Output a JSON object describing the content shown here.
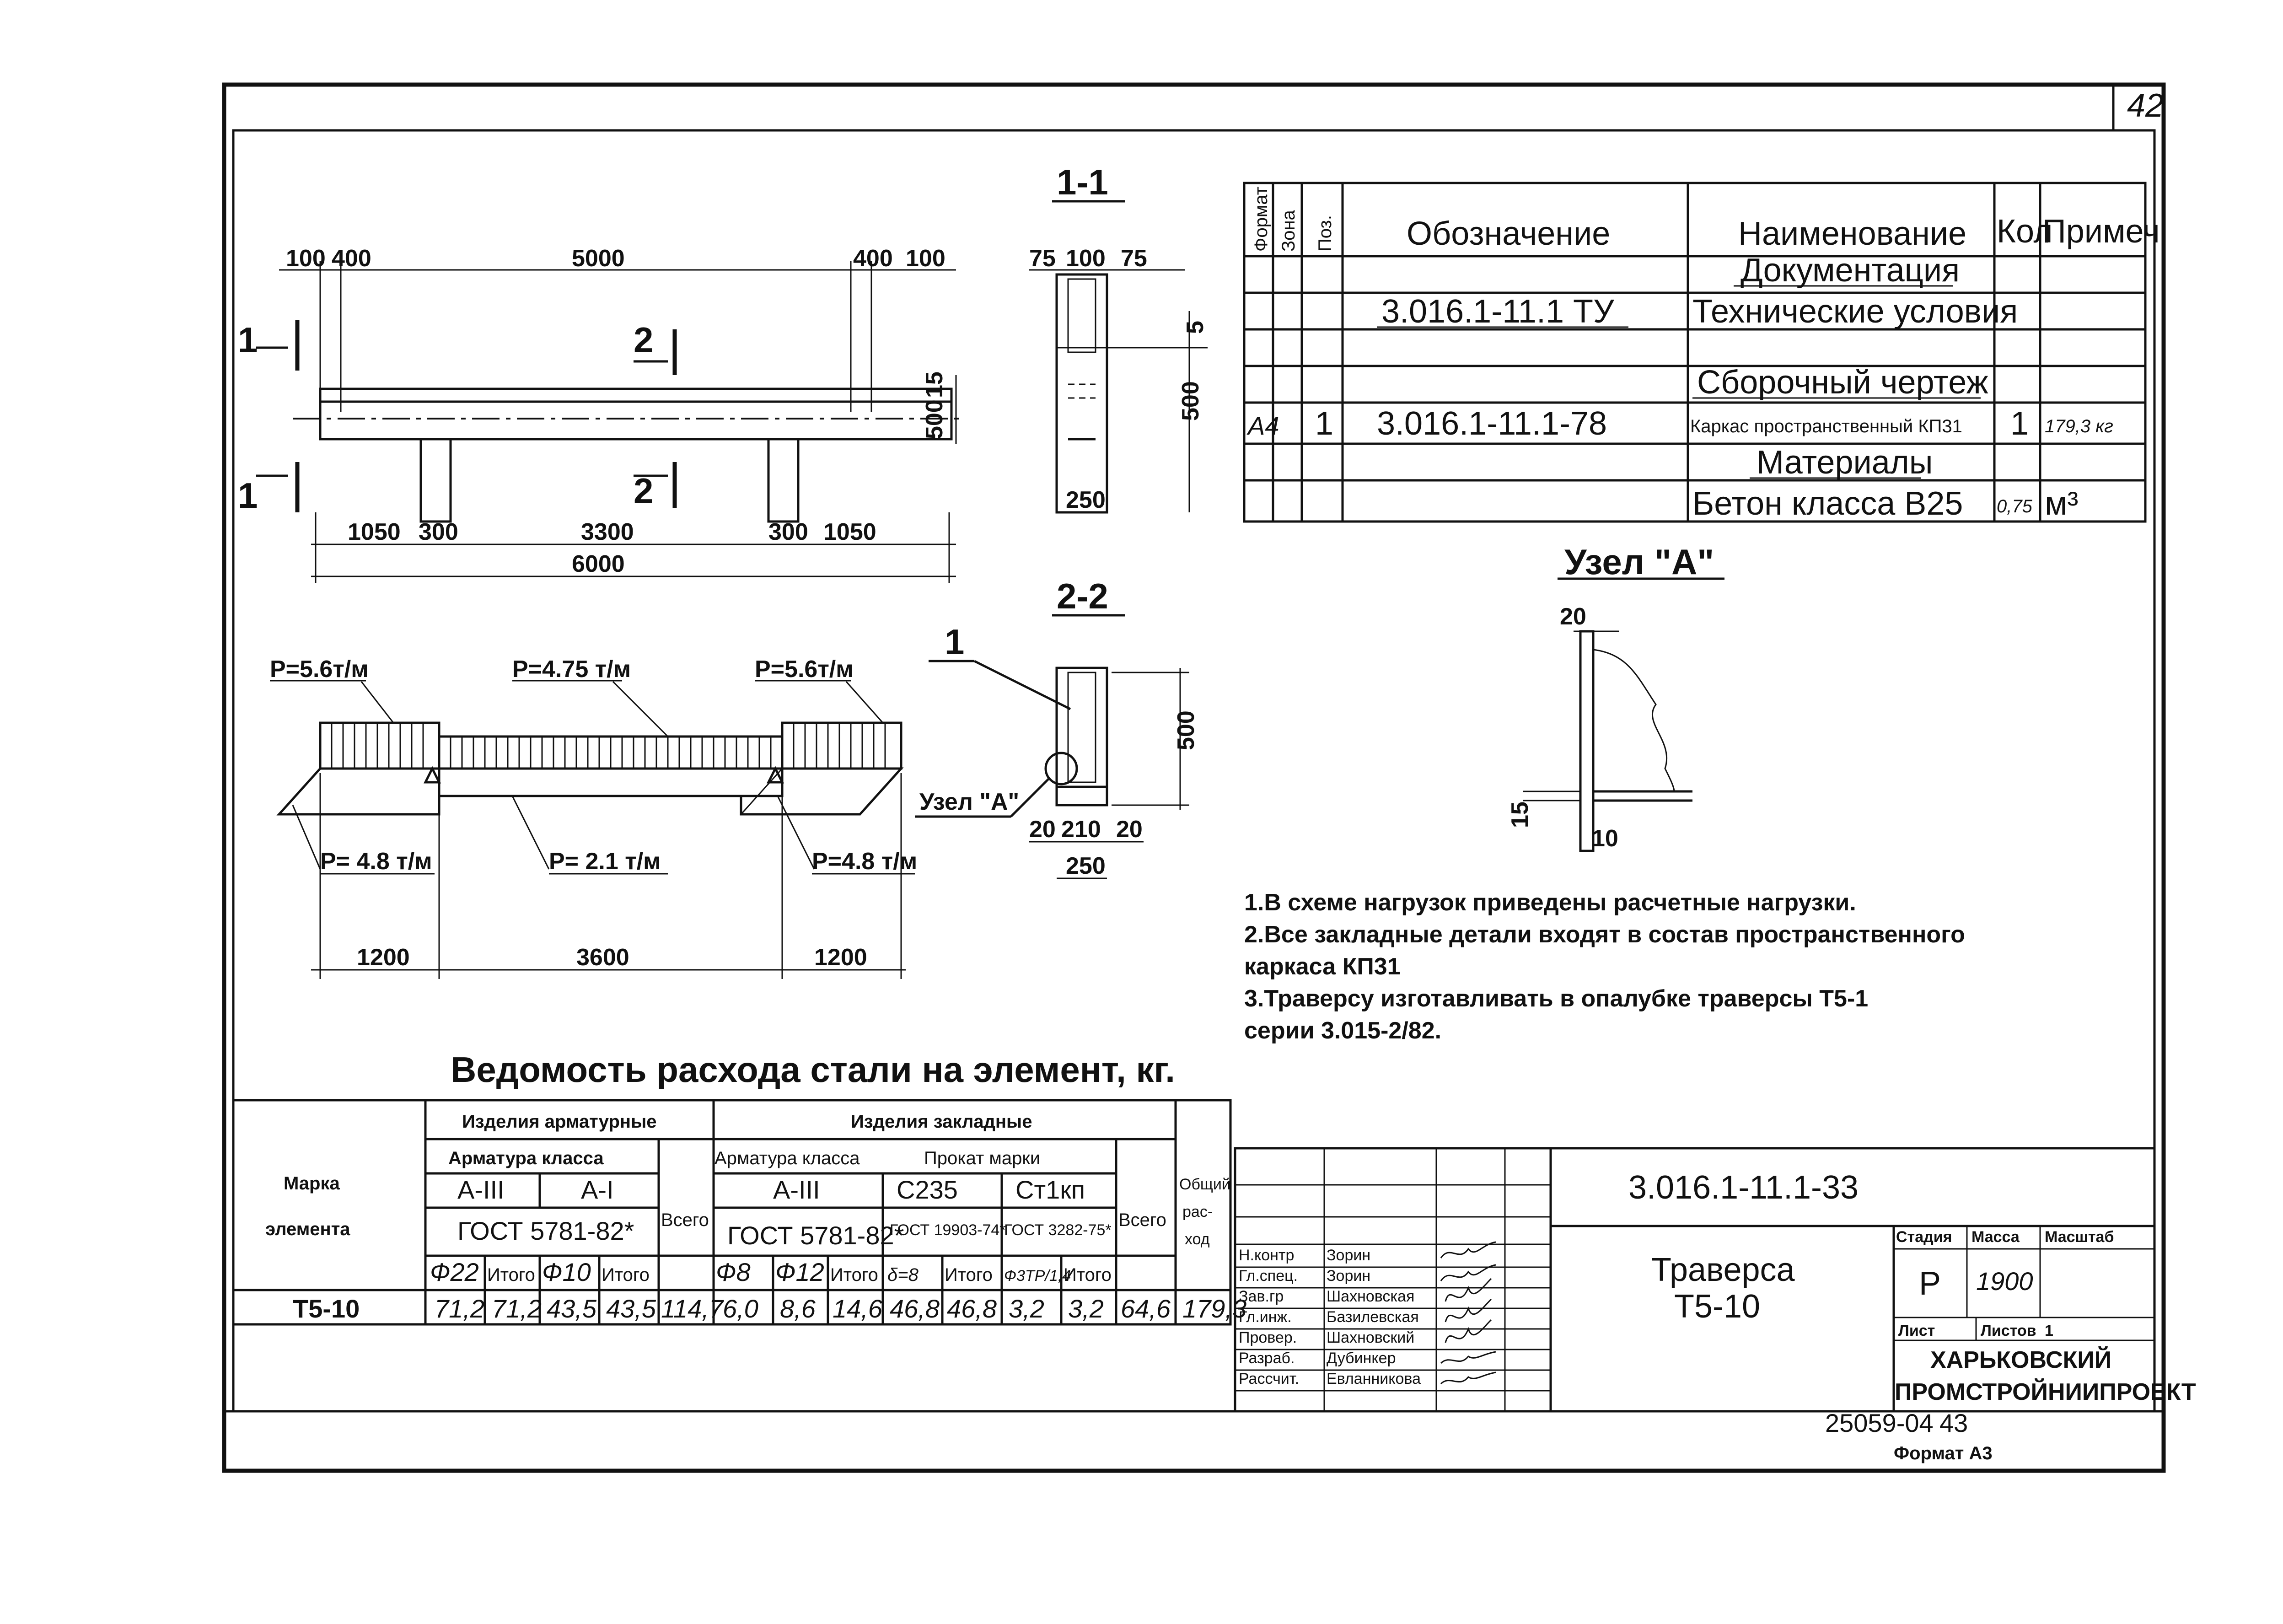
{
  "sheet": {
    "page_number": "42",
    "document_code": "3.016.1-11.1-33",
    "title_line1": "Траверса",
    "title_line2": "Т5-10",
    "stage_label": "Стадия",
    "mass_label": "Масса",
    "scale_label": "Масштаб",
    "stage_value": "Р",
    "mass_value": "1900",
    "sheet_label": "Лист",
    "sheets_label": "Листов",
    "sheets_value": "1",
    "org_line1": "ХАРЬКОВСКИЙ",
    "org_line2": "ПРОМСТРОЙНИИПРОЕКТ",
    "archive_number": "25059-04",
    "archive_sheet": "43",
    "format": "Формат А3"
  },
  "signatures": [
    {
      "role": "Н.контр",
      "name": "Зорин"
    },
    {
      "role": "Гл.спец.",
      "name": "Зорин"
    },
    {
      "role": "Зав.гр",
      "name": "Шахновская"
    },
    {
      "role": "Гл.инж.",
      "name": "Базилевская"
    },
    {
      "role": "Провер.",
      "name": "Шахновский"
    },
    {
      "role": "Разраб.",
      "name": "Дубинкер"
    },
    {
      "role": "Рассчит.",
      "name": "Евланникова"
    }
  ],
  "spec_table": {
    "headers": {
      "format": "Формат",
      "zone": "Зона",
      "pos": "Поз.",
      "designation": "Обозначение",
      "name": "Наименование",
      "qty": "Кол",
      "note": "Примеч"
    },
    "rows": [
      {
        "format": "",
        "pos": "",
        "designation": "",
        "name": "Документация",
        "qty": "",
        "note": ""
      },
      {
        "format": "",
        "pos": "",
        "designation": "3.016.1-11.1 ТУ",
        "name": "Технические условия",
        "qty": "",
        "note": ""
      },
      {
        "format": "",
        "pos": "",
        "designation": "",
        "name": "",
        "qty": "",
        "note": ""
      },
      {
        "format": "",
        "pos": "",
        "designation": "",
        "name": "Сборочный чертеж",
        "qty": "",
        "note": ""
      },
      {
        "format": "А4",
        "pos": "1",
        "designation": "3.016.1-11.1-78",
        "name": "Каркас пространственный КП31",
        "qty": "1",
        "note": "179,3 кг"
      },
      {
        "format": "",
        "pos": "",
        "designation": "",
        "name": "Материалы",
        "qty": "",
        "note": ""
      },
      {
        "format": "",
        "pos": "",
        "designation": "",
        "name": "Бетон класса В25",
        "qty": "0,75",
        "note": "м³"
      }
    ]
  },
  "notes": [
    "1.В схеме нагрузок приведены расчетные нагрузки.",
    "2.Все закладные детали входят в состав пространственного",
    "   каркаса КП31",
    "3.Траверсу изготавливать в опалубке траверсы Т5-1",
    "   серии 3.015-2/82."
  ],
  "steel_table": {
    "title": "Ведомость расхода стали на элемент, кг.",
    "col_element": "Марка элемента",
    "col_element_l1": "Марка",
    "col_element_l2": "элемента",
    "group_reinf": "Изделия арматурные",
    "group_embed": "Изделия закладные",
    "rebar_class": "Арматура класса",
    "rolled_grade": "Прокат марки",
    "class_a3": "А-III",
    "class_a1": "А-I",
    "class_a3b": "А-III",
    "grade_c235": "С235",
    "grade_st1": "Ст1кп",
    "gost_5781": "ГОСТ 5781-82*",
    "gost_5781b": "ГОСТ 5781-82*",
    "gost_19903": "ГОСТ 19903-74*",
    "gost_3282": "ГОСТ 3282-75*",
    "total": "Всего",
    "total_b": "Всего",
    "overall": "Общий расход",
    "overall_l1": "Общий",
    "overall_l2": "рас-",
    "overall_l3": "ход",
    "sub": [
      "Ф22",
      "Итого",
      "Ф10",
      "Итого",
      "Ф8",
      "Ф12",
      "Итого",
      "δ=8",
      "Итого",
      "Ф3ТР/1,4",
      "Итого"
    ],
    "row": {
      "element": "Т5-10",
      "values": [
        "71,2",
        "71,2",
        "43,5",
        "43,5",
        "114,7",
        "6,0",
        "8,6",
        "14,6",
        "46,8",
        "46,8",
        "3,2",
        "3,2",
        "64,6",
        "179,3"
      ]
    }
  },
  "drawing": {
    "section_1_1": "1-1",
    "section_2_2": "2-2",
    "node_a_title": "Узел \"А\"",
    "node_a_leader": "Узел \"А\"",
    "cut_1": "1",
    "cut_2": "2",
    "callout_1": "1",
    "dims_top": [
      "100",
      "400",
      "5000",
      "400",
      "100"
    ],
    "dims_bottom": [
      "1050",
      "300",
      "3300",
      "300",
      "1050"
    ],
    "dim_total": "6000",
    "dim_side": [
      "15",
      "500"
    ],
    "section_11_dims": [
      "75",
      "100",
      "75",
      "5",
      "500",
      "250"
    ],
    "section_22_dims": [
      "500",
      "20",
      "210",
      "20",
      "250"
    ],
    "node_dims": [
      "20",
      "15",
      "10"
    ],
    "loads_top": [
      "P=5.6т/м",
      "P=4.75 т/м",
      "P=5.6т/м"
    ],
    "loads_bottom": [
      "P= 4.8 т/м",
      "P= 2.1 т/м",
      "P=4.8 т/м"
    ],
    "load_dims": [
      "1200",
      "3600",
      "1200"
    ]
  }
}
